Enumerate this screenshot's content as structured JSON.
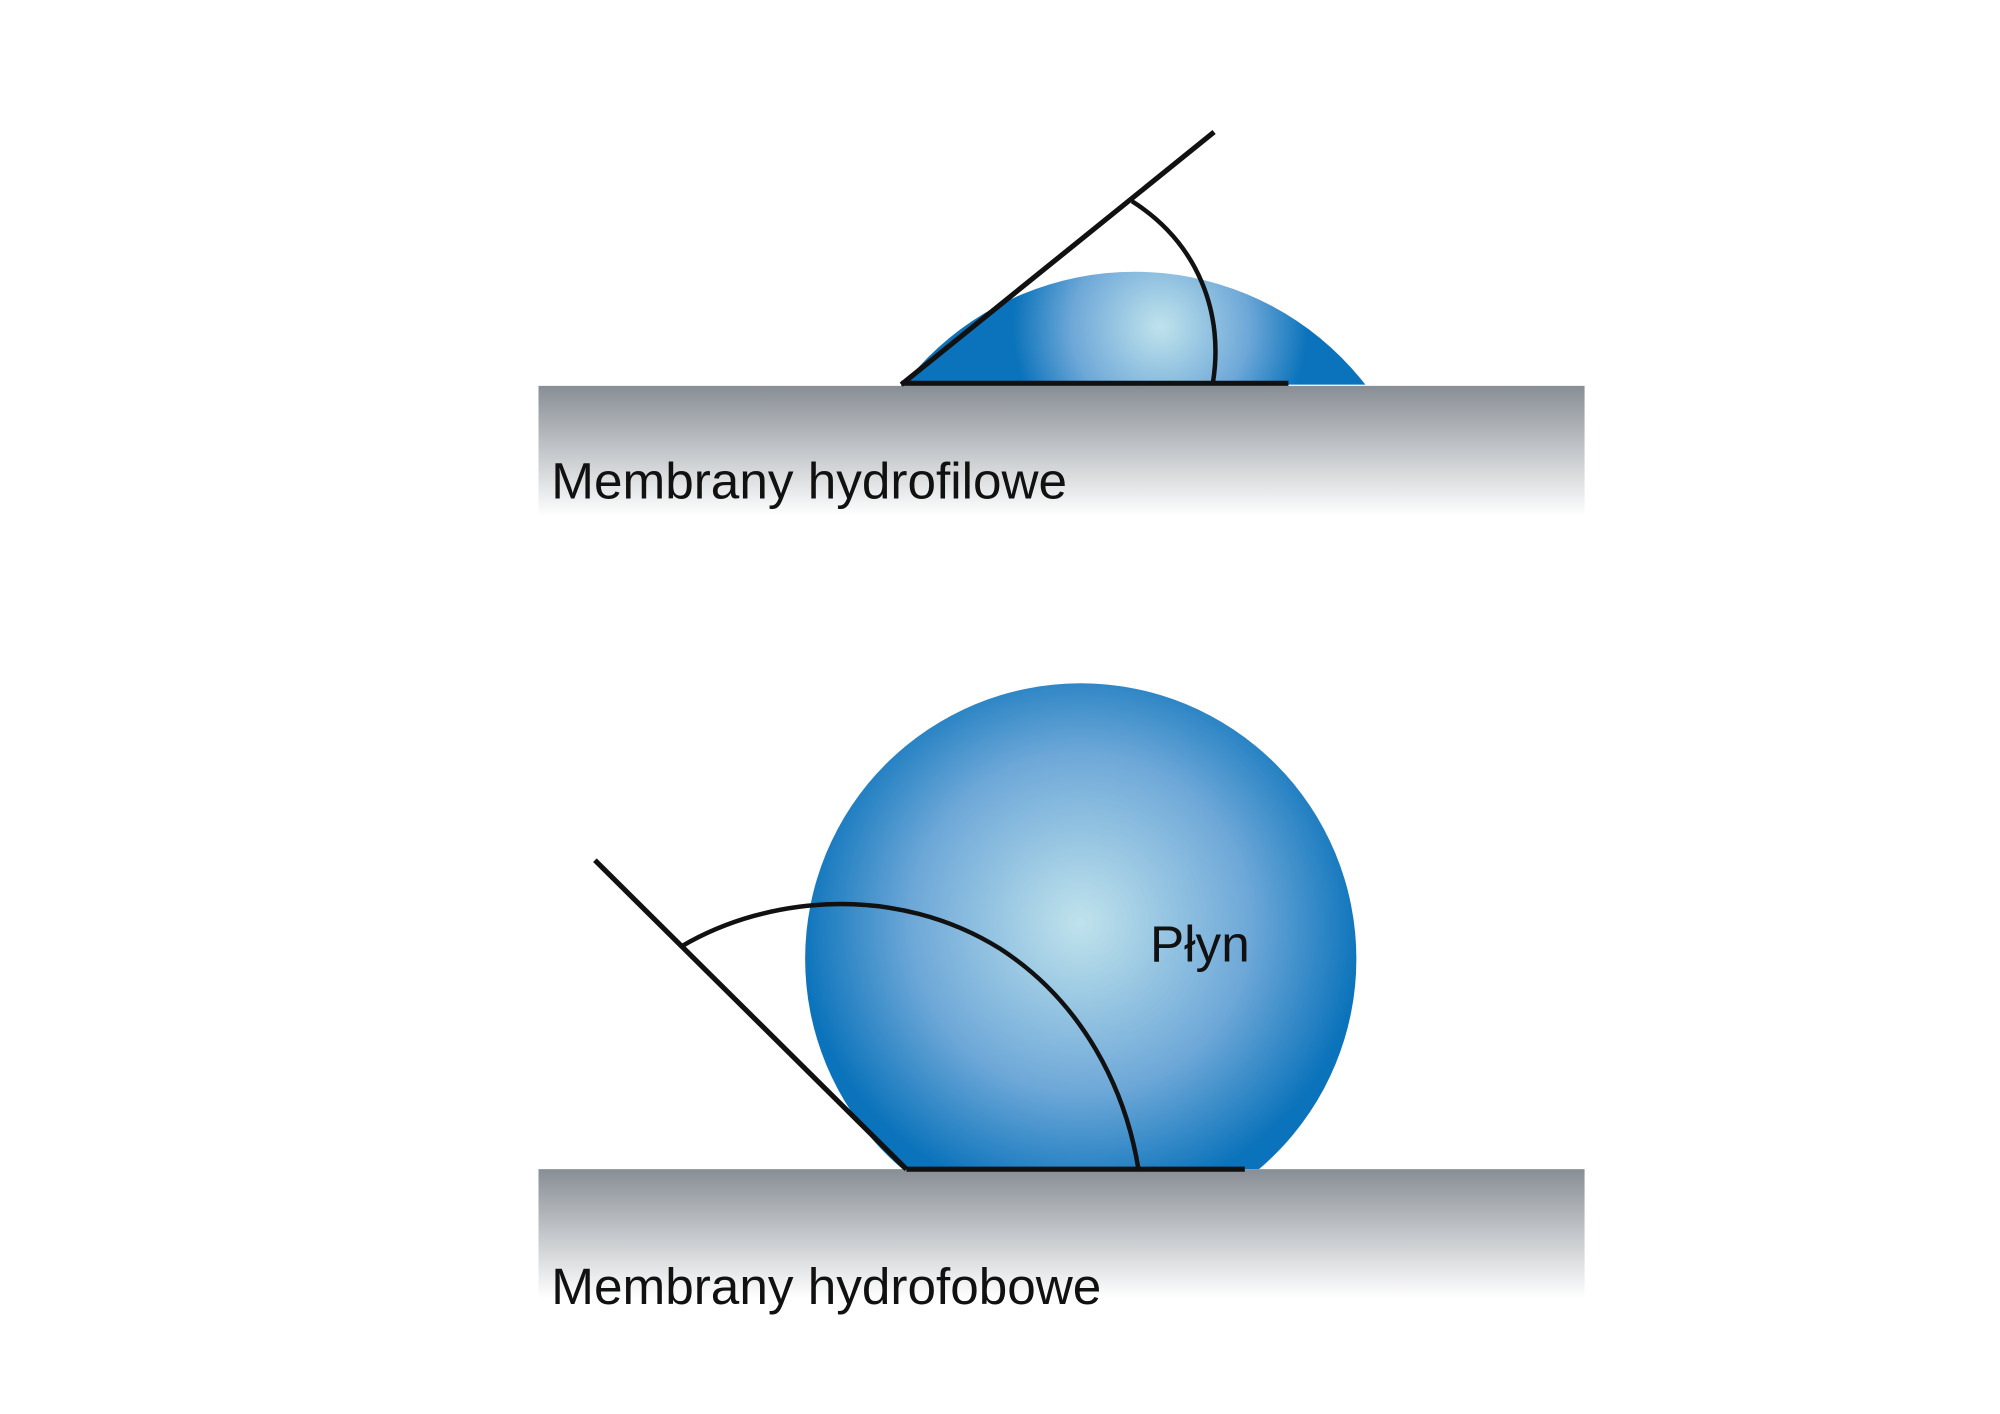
{
  "diagram": {
    "hydrophilic": {
      "label": "Membrany hydrofilowe"
    },
    "hydrophobic": {
      "label": "Membrany hydrofobowe",
      "liquid_label": "Płyn"
    }
  },
  "colors": {
    "drop_edge": "#0b73bb",
    "drop_center": "#c0e3ec",
    "surface_top": "#888e95",
    "surface_bottom": "#ffffff",
    "line": "#111111"
  }
}
